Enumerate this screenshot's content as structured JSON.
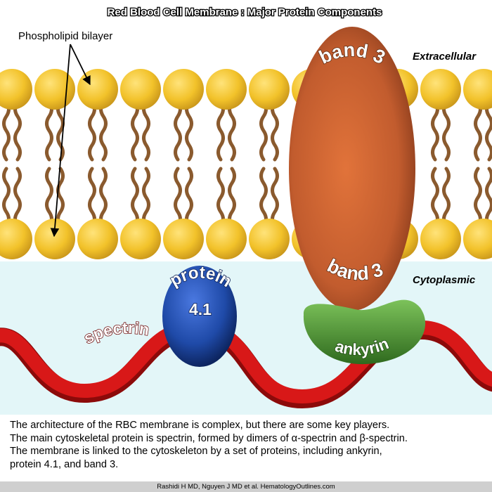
{
  "title": "Red Blood Cell Membrane :  Major Protein Components",
  "labels": {
    "phospholipid": "Phospholipid bilayer",
    "extracellular": "Extracellular",
    "cytoplasmic": "Cytoplasmic",
    "band3_top": "band 3",
    "band3_bottom": "band 3",
    "protein41_line1": "protein",
    "protein41_line2": "4.1",
    "ankyrin": "ankyrin",
    "spectrin": "spectrin"
  },
  "caption": {
    "line1": "The architecture of the RBC membrane is complex, but there are some key players.",
    "line2": "The main cytoskeletal protein is spectrin, formed by dimers of α-spectrin and β-spectrin.",
    "line3": "The membrane is linked to the cytoskeleton by a set of proteins, including ankyrin,",
    "line4": "protein 4.1, and band 3."
  },
  "footer": "Rashidi H MD, Nguyen J MD et al. HematologyOutlines.com",
  "colors": {
    "cytoplasm": "#e3f6f8",
    "lipid_head": "#f2c22a",
    "lipid_tail": "#8a5a2e",
    "band3": "#c8612f",
    "protein41": "#1f4aa8",
    "ankyrin": "#4a8a30",
    "spectrin": "#cc1414"
  }
}
